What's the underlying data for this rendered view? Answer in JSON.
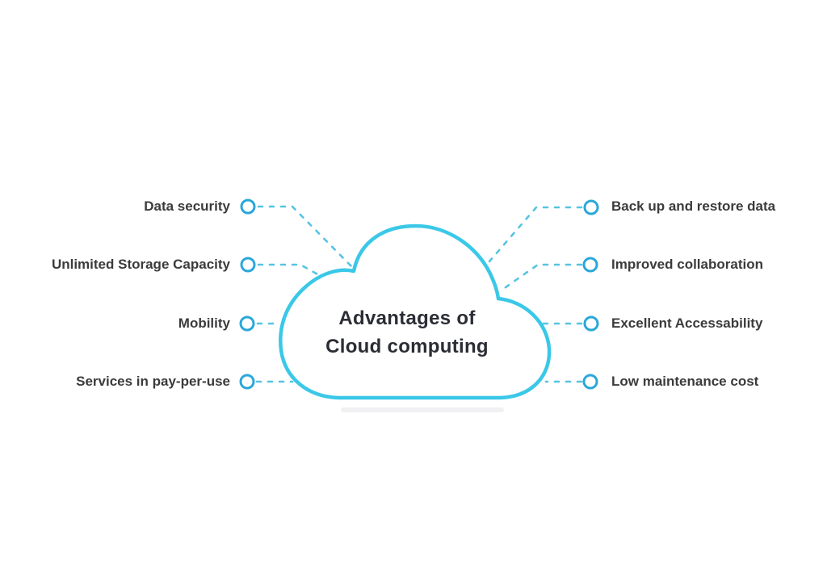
{
  "diagram": {
    "title": {
      "line1": "Advantages of",
      "line2": "Cloud computing"
    },
    "left_items": [
      {
        "label": "Data security"
      },
      {
        "label": "Unlimited Storage Capacity"
      },
      {
        "label": "Mobility"
      },
      {
        "label": "Services in pay-per-use"
      }
    ],
    "right_items": [
      {
        "label": "Back up and restore data"
      },
      {
        "label": "Improved collaboration"
      },
      {
        "label": "Excellent Accessability"
      },
      {
        "label": "Low maintenance cost"
      }
    ],
    "colors": {
      "cloud_stroke": "#3BC8E8",
      "node_stroke": "#2BA7D9",
      "connector": "#56C4E2",
      "label_text": "#3B3B3D",
      "title_text": "#2B2D35",
      "shadow": "#F1F1F4",
      "background": "#FFFFFF"
    }
  }
}
